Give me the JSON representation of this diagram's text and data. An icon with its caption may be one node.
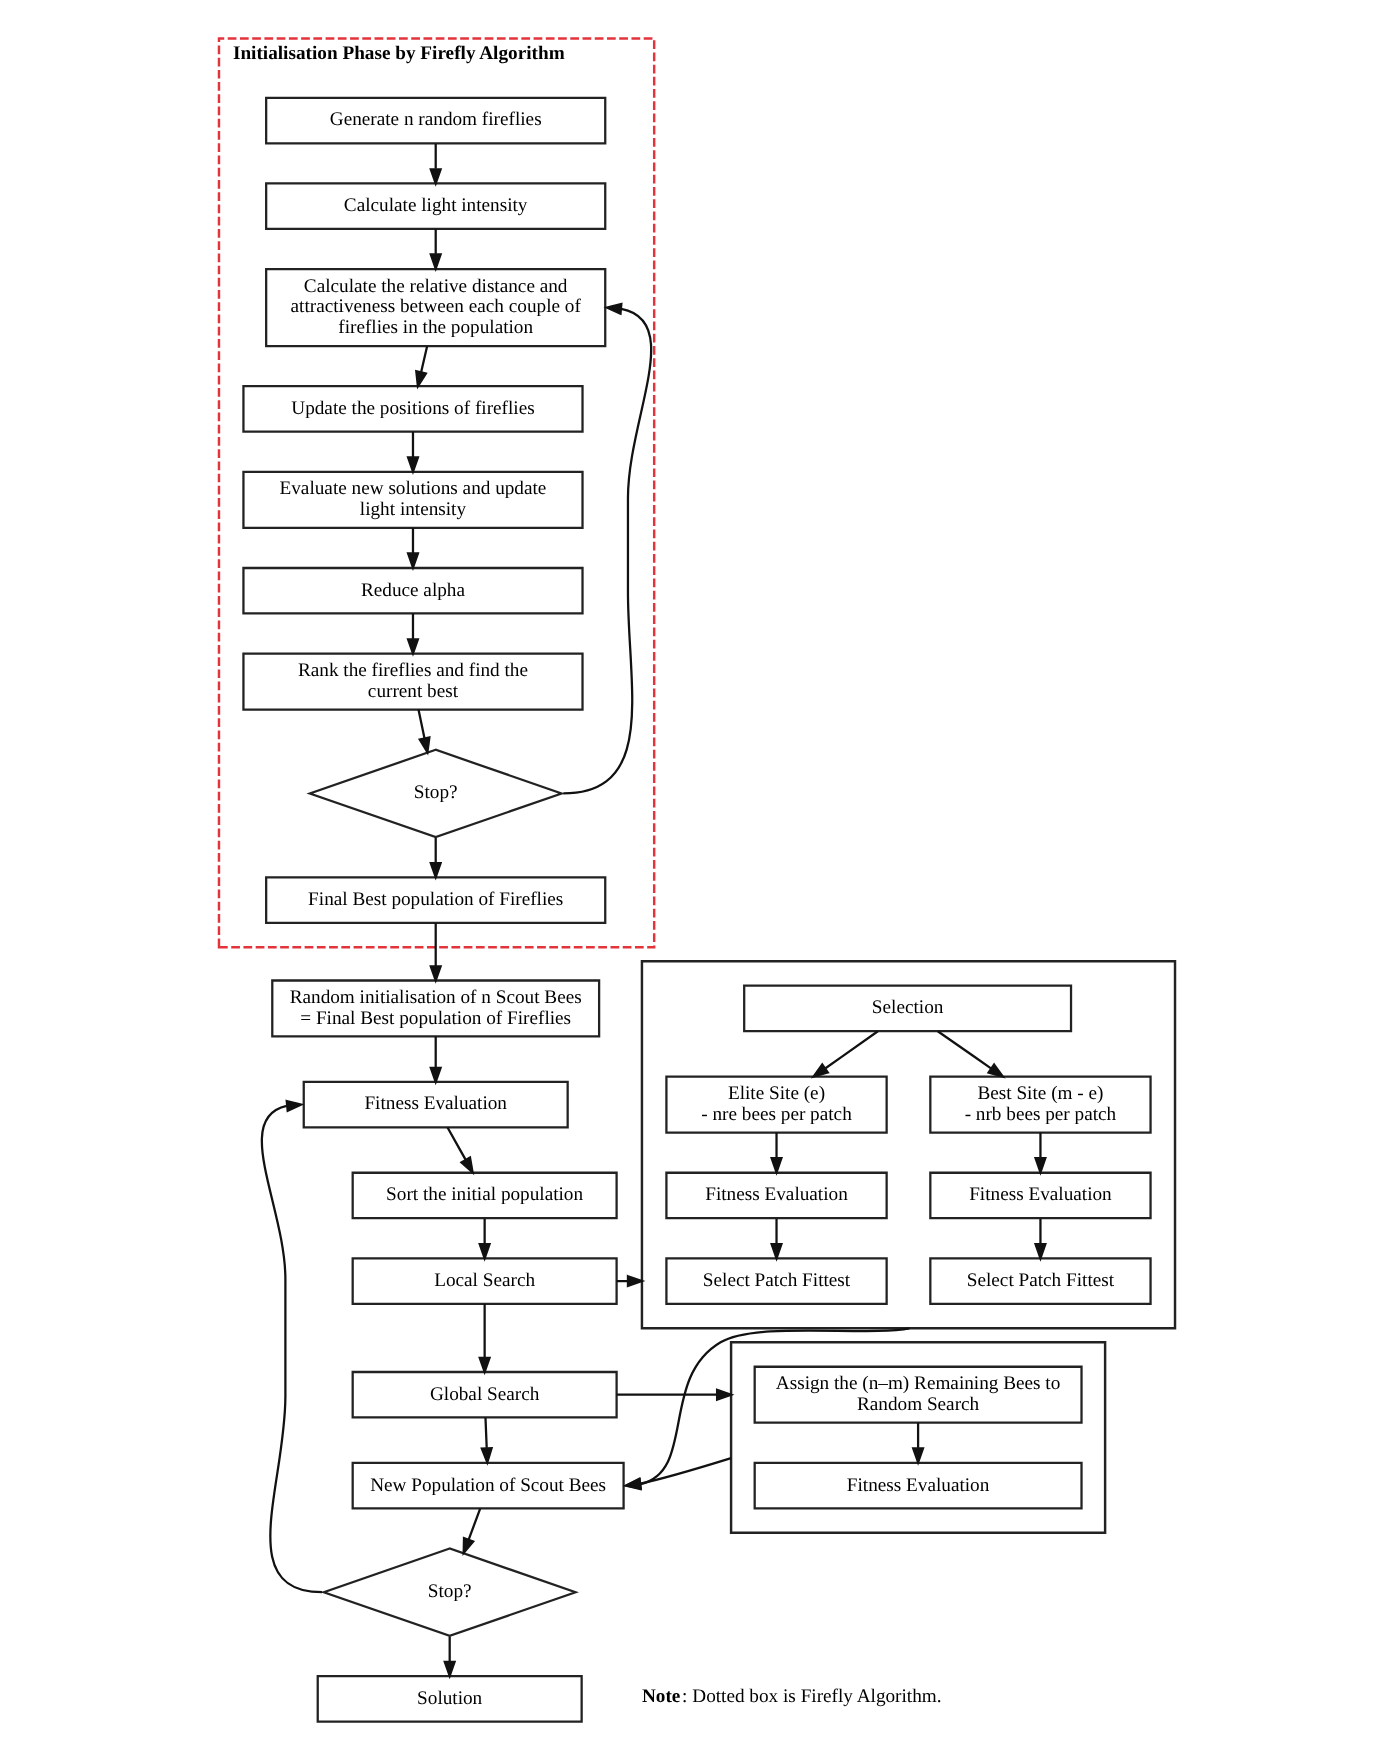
{
  "diagram": {
    "nodes": [
      {
        "text": [
          "Initialisation Phase by Firefly Algorithm"
        ]
      },
      {
        "text": [
          "Generate n random fireflies"
        ],
        "in": 0
      },
      {
        "text": [
          "Calculate light intensity"
        ],
        "in": 0
      },
      {
        "text": [
          "Calculate the relative distance and attractiveness between each couple of fireflies in the population"
        ],
        "in": 0
      },
      {
        "text": [
          "Update the positions of fireflies"
        ],
        "in": 0
      },
      {
        "text": [
          "Evaluate new solutions and update light intensity"
        ],
        "in": 0
      },
      {
        "text": [
          "Reduce alpha"
        ],
        "in": 0
      },
      {
        "text": [
          "Rank the fireflies and find the current best"
        ],
        "in": 0
      },
      {
        "text": [
          "Stop?"
        ],
        "in": 0
      },
      {
        "text": [
          "Final Best population of Fireflies"
        ],
        "in": 0
      },
      {
        "text": [
          "Random initialisation of n Scout Bees = Final Best population of Fireflies"
        ]
      },
      {
        "text": [
          "Fitness Evaluation"
        ]
      },
      {
        "text": [
          "Sort the initial population"
        ]
      },
      {
        "text": [
          "Local Search"
        ]
      },
      {
        "text": [
          "Global Search"
        ]
      },
      {
        "text": [
          "New Population of Scout Bees"
        ]
      },
      {
        "text": [
          "Stop?"
        ]
      },
      {
        "text": [
          "Solution"
        ]
      },
      {
        "text": [],
        "shape": "box"
      },
      {
        "text": [
          "Selection"
        ],
        "in": 18
      },
      {
        "text": [
          "Elite Site (e)",
          "- nre bees per patch"
        ],
        "in": 18
      },
      {
        "text": [
          "Best Site (m - e)",
          "- nrb bees per patch"
        ],
        "in": 18
      },
      {
        "text": [
          "Fitness Evaluation"
        ],
        "in": 18
      },
      {
        "text": [
          "Fitness Evaluation"
        ],
        "in": 18
      },
      {
        "text": [
          "Select Patch Fittest"
        ],
        "in": 18
      },
      {
        "text": [
          "Select Patch Fittest"
        ],
        "in": 18
      },
      {
        "text": [],
        "shape": "box"
      },
      {
        "text": [
          "Assign the (n–m) Remaining Bees to Random Search"
        ],
        "in": 26
      },
      {
        "text": [
          "Fitness Evaluation"
        ],
        "in": 26
      }
    ],
    "edges": [
      {
        "from": 1,
        "to": 2,
        "arrow": "to"
      },
      {
        "from": 2,
        "to": 3,
        "arrow": "to"
      },
      {
        "from": 3,
        "to": 4,
        "arrow": "to"
      },
      {
        "from": 4,
        "to": 5,
        "arrow": "to"
      },
      {
        "from": 5,
        "to": 6,
        "arrow": "to"
      },
      {
        "from": 6,
        "to": 7,
        "arrow": "to"
      },
      {
        "from": 7,
        "to": 8,
        "arrow": "to"
      },
      {
        "from": 8,
        "to": 3,
        "arrow": "to"
      },
      {
        "from": 8,
        "to": 9,
        "arrow": "to"
      },
      {
        "from": 9,
        "to": 10,
        "arrow": "to"
      },
      {
        "from": 10,
        "to": 11,
        "arrow": "to"
      },
      {
        "from": 11,
        "to": 12,
        "arrow": "to"
      },
      {
        "from": 12,
        "to": 13,
        "arrow": "to"
      },
      {
        "from": 13,
        "to": 14,
        "arrow": "to"
      },
      {
        "from": 14,
        "to": 15,
        "arrow": "to"
      },
      {
        "from": 15,
        "to": 16,
        "arrow": "to"
      },
      {
        "from": 16,
        "to": 11,
        "arrow": "to"
      },
      {
        "from": 16,
        "to": 17,
        "arrow": "to"
      },
      {
        "from": 13,
        "to": 18,
        "arrow": "to"
      },
      {
        "from": 18,
        "to": 15,
        "arrow": "to"
      },
      {
        "from": 14,
        "to": 26,
        "arrow": "to"
      },
      {
        "from": 26,
        "to": 15,
        "arrow": "to"
      },
      {
        "from": 19,
        "to": 20,
        "arrow": "to"
      },
      {
        "from": 19,
        "to": 21,
        "arrow": "to"
      },
      {
        "from": 20,
        "to": 22,
        "arrow": "to"
      },
      {
        "from": 21,
        "to": 23,
        "arrow": "to"
      },
      {
        "from": 22,
        "to": 24,
        "arrow": "to"
      },
      {
        "from": 23,
        "to": 25,
        "arrow": "to"
      },
      {
        "from": 27,
        "to": 28,
        "arrow": "to"
      }
    ],
    "labels": [
      "**Note**: Dotted box is Firefly Algorithm."
    ]
  }
}
